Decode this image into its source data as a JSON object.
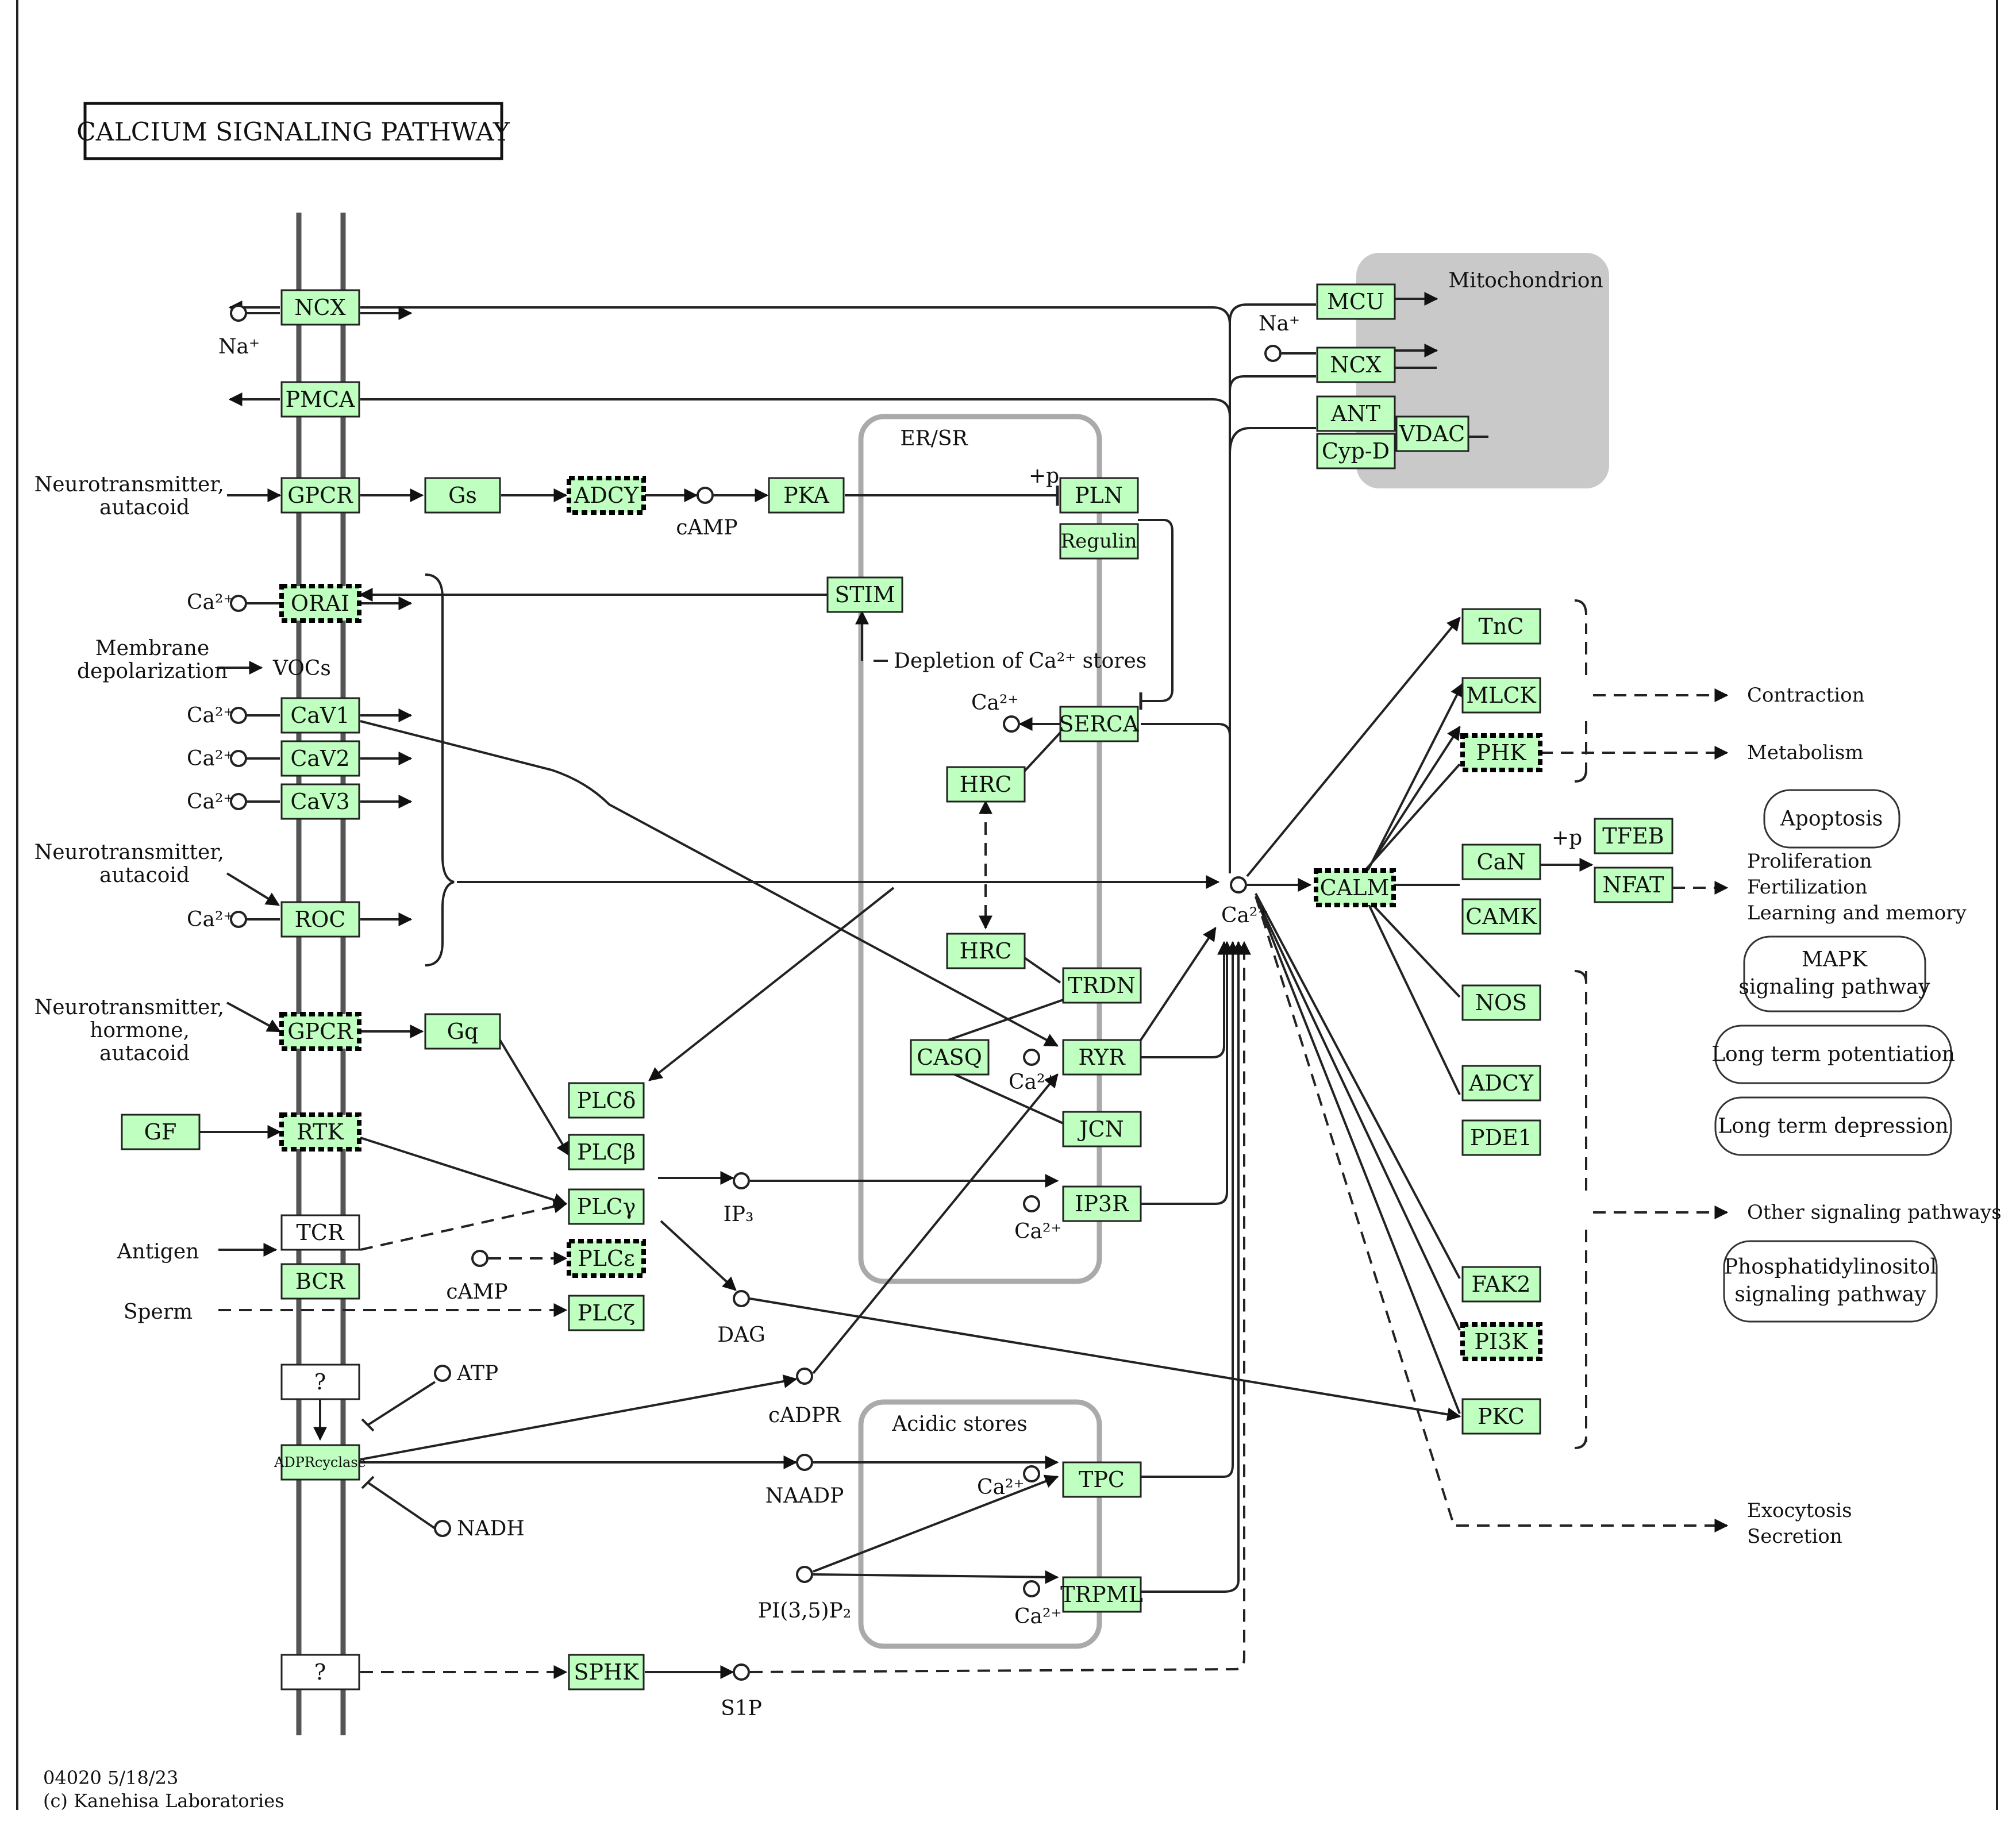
{
  "title": "CALCIUM SIGNALING PATHWAY",
  "footer": [
    "04020 5/18/23",
    "(c) Kanehisa Laboratories"
  ],
  "compartments": {
    "mitochondrion": "Mitochondrion",
    "er": "ER/SR",
    "acidic": "Acidic stores"
  },
  "genes": {
    "ncx1": "NCX",
    "pmca": "PMCA",
    "gpcr1": "GPCR",
    "gs": "Gs",
    "adcy1": "ADCY",
    "pka": "PKA",
    "orai": "ORAI",
    "stim": "STIM",
    "cav1": "CaV1",
    "cav2": "CaV2",
    "cav3": "CaV3",
    "roc": "ROC",
    "gpcr2": "GPCR",
    "gq": "Gq",
    "gf": "GF",
    "rtk": "RTK",
    "tcr": "TCR",
    "bcr": "BCR",
    "q1": "?",
    "adpr": "ADPRcyclase",
    "q2": "?",
    "sphk": "SPHK",
    "plcd": "PLCδ",
    "plcb": "PLCβ",
    "plcg": "PLCγ",
    "plce": "PLCε",
    "plcz": "PLCζ",
    "pln": "PLN",
    "regulin": "Regulin",
    "serca": "SERCA",
    "hrc1": "HRC",
    "hrc2": "HRC",
    "trdn": "TRDN",
    "casq": "CASQ",
    "ryr": "RYR",
    "jcn": "JCN",
    "ip3r": "IP3R",
    "tpc": "TPC",
    "trpml": "TRPML",
    "mcu": "MCU",
    "ncx2": "NCX",
    "ant": "ANT",
    "cypd": "Cyp-D",
    "vdac": "VDAC",
    "tnc": "TnC",
    "mlck": "MLCK",
    "phk": "PHK",
    "can": "CaN",
    "tfeb": "TFEB",
    "nfat": "NFAT",
    "calm": "CALM",
    "camk": "CAMK",
    "nos": "NOS",
    "adcy2": "ADCY",
    "pde1": "PDE1",
    "fak2": "FAK2",
    "pi3k": "PI3K",
    "pkc": "PKC"
  },
  "labels": {
    "na1": "Na⁺",
    "na2": "Na⁺",
    "neuro1": "Neurotransmitter,",
    "neuro1b": "autacoid",
    "camp1": "cAMP",
    "plus_p1": "+p",
    "plus_p2": "+p",
    "ca_orai": "Ca²⁺",
    "membrane1": "Membrane",
    "membrane2": "depolarization",
    "vocs": "VOCs",
    "ca_cav1": "Ca²⁺",
    "ca_cav2": "Ca²⁺",
    "ca_cav3": "Ca²⁺",
    "neuro2": "Neurotransmitter,",
    "neuro2b": "autacoid",
    "ca_roc": "Ca²⁺",
    "neuro3": "Neurotransmitter,",
    "neuro3b": "hormone,",
    "neuro3c": "autacoid",
    "depletion": "Depletion of Ca²⁺ stores",
    "ca_serca": "Ca²⁺",
    "ca_center": "Ca²⁺",
    "ca_ryr": "Ca²⁺",
    "ip3": "IP₃",
    "ca_ip3r": "Ca²⁺",
    "camp2": "cAMP",
    "dag": "DAG",
    "antigen": "Antigen",
    "sperm": "Sperm",
    "atp": "ATP",
    "nadh": "NADH",
    "cadpr": "cADPR",
    "naadp": "NAADP",
    "ca_tpc": "Ca²⁺",
    "pi35p2": "PI(3,5)P₂",
    "ca_trpml": "Ca²⁺",
    "s1p": "S1P"
  },
  "outcomes": {
    "contraction": "Contraction",
    "metabolism": "Metabolism",
    "apoptosis": "Apoptosis",
    "prolif1": "Proliferation",
    "prolif2": "Fertilization",
    "prolif3": "Learning and memory",
    "mapk1": "MAPK",
    "mapk2": "signaling pathway",
    "ltp": "Long term potentiation",
    "ltd": "Long term depression",
    "other": "Other signaling pathways",
    "phos1": "Phosphatidylinositol",
    "phos2": "signaling pathway",
    "exo1": "Exocytosis",
    "exo2": "Secretion"
  }
}
